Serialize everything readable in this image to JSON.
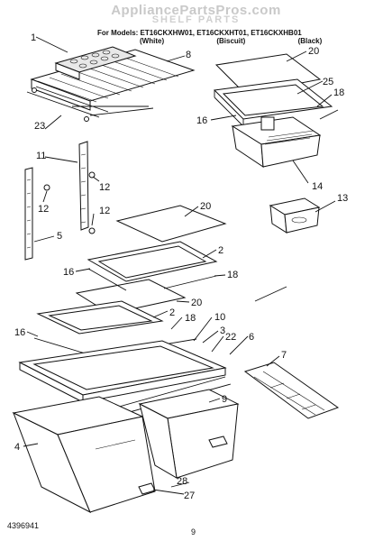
{
  "header": {
    "watermark": "AppliancePartsPros.com",
    "title": "SHELF PARTS",
    "models_line": "For Models: ET16CKXHW01, ET16CKXHT01, ET16CKXHB01",
    "colors": [
      "(White)",
      "(Biscuit)",
      "(Black)"
    ]
  },
  "callouts": [
    "1",
    "8",
    "20",
    "25",
    "18",
    "16",
    "14",
    "13",
    "23",
    "11",
    "12",
    "12",
    "12",
    "5",
    "20",
    "2",
    "16",
    "18",
    "20",
    "2",
    "18",
    "10",
    "16",
    "3",
    "22",
    "6",
    "7",
    "9",
    "4",
    "28",
    "27"
  ],
  "footer": {
    "doc_number": "4396941",
    "page": "9"
  }
}
